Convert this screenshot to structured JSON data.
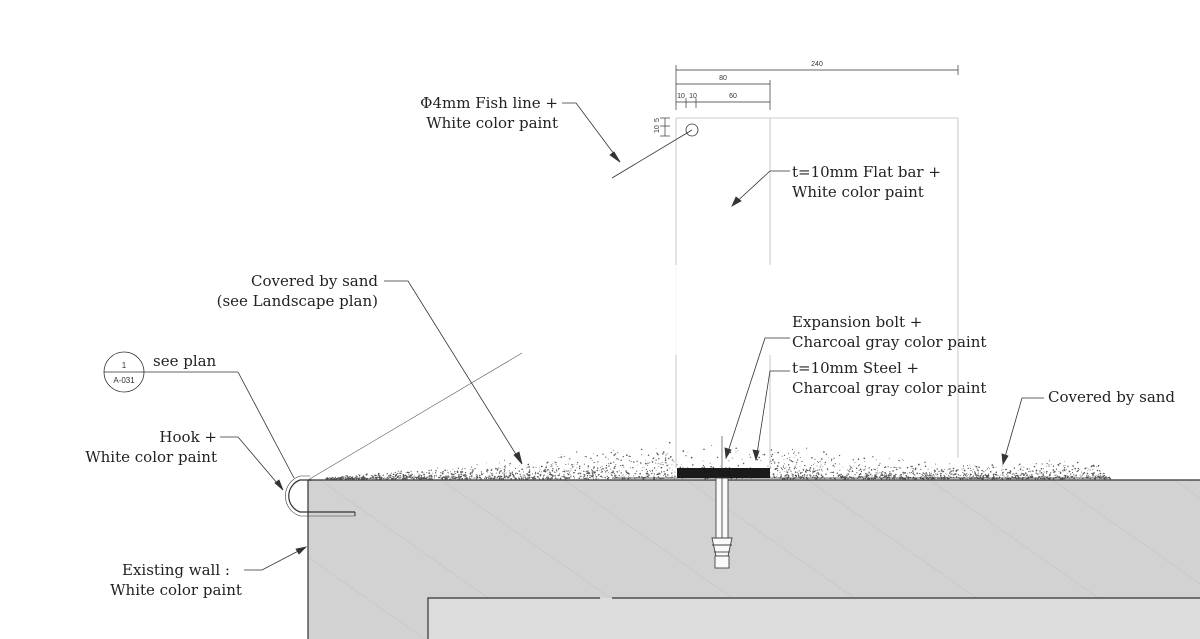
{
  "labels": {
    "fish_line_1": "Φ4mm Fish line +",
    "fish_line_2": "White color paint",
    "flat_bar_1": "t=10mm Flat bar +",
    "flat_bar_2": "White color paint",
    "covered_sand_left_1": "Covered by sand",
    "covered_sand_left_2": "(see Landscape plan)",
    "see_plan": "see plan",
    "hook_1": "Hook +",
    "hook_2": "White color paint",
    "expansion_bolt_1": "Expansion bolt +",
    "expansion_bolt_2": "Charcoal gray color paint",
    "steel_1": "t=10mm Steel +",
    "steel_2": "Charcoal gray color paint",
    "covered_sand_right": "Covered by sand",
    "existing_wall_1": "Existing wall :",
    "existing_wall_2": "White color paint"
  },
  "section_tag": {
    "number": "1",
    "sheet": "A-031"
  },
  "dimensions": {
    "overall": "240",
    "width_80": "80",
    "d10a": "10",
    "d10b": "10",
    "d60": "60",
    "v10": "10",
    "v5": "5"
  },
  "colors": {
    "concrete": "#d2d2d2",
    "line": "#333333",
    "plate": "#1a1a1a",
    "sand": "#555555"
  }
}
